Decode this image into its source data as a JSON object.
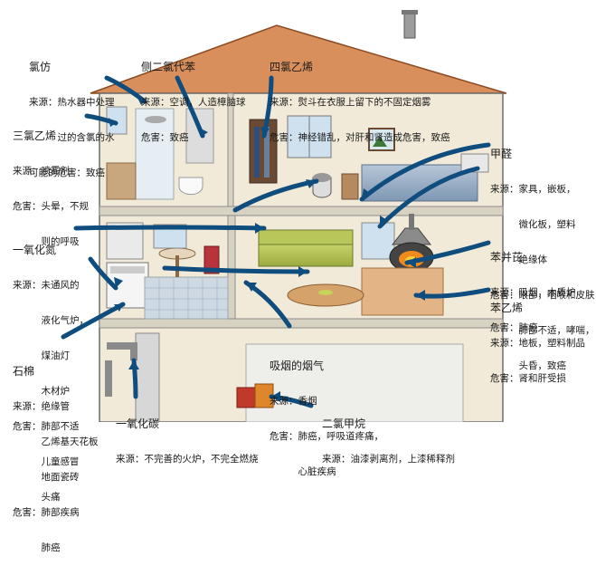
{
  "labels": {
    "chloroform": {
      "title": "氯仿",
      "lines": [
        "来源：热水器中处理",
        "　　　过的含氯的水",
        "可能的危害：致癌"
      ]
    },
    "dichlorobenzene": {
      "title": "侧二氯代苯",
      "lines": [
        "来源：空调，人造樟脑球",
        "危害：致癌"
      ]
    },
    "tetrachloroethylene": {
      "title": "四氯乙烯",
      "lines": [
        "来源：熨斗在衣服上留下的不固定烟雾",
        "危害：神经错乱，对肝和肾造成危害，致癌"
      ]
    },
    "trichloroethylene": {
      "title": "三氯乙烯",
      "lines": [
        "来源：喷雾剂",
        "危害：头晕，不规",
        "　　　则的呼吸"
      ]
    },
    "formaldehyde": {
      "title": "甲醛",
      "lines": [
        "来源：家具，嵌板，",
        "　　　微化板，塑料",
        "　　　绝缘体",
        "危害：眼部，咽喉和皮肤",
        "　　　肺部不适，哮喘，",
        "　　　头昏，致癌"
      ]
    },
    "nitrogen_oxides": {
      "title": "一氧化氮",
      "lines": [
        "来源：未通风的",
        "　　　液化气炉，",
        "　　　煤油灯",
        "　　　木材炉",
        "危害：肺部不适",
        "　　　儿童感冒",
        "　　　头痛"
      ]
    },
    "benzopyrene": {
      "title": "苯并芘",
      "lines": [
        "来源：吸烟，木质炉",
        "危害：肺癌"
      ]
    },
    "styrene": {
      "title": "苯乙烯",
      "lines": [
        "来源：地板，塑料制品",
        "危害：肾和肝受损"
      ]
    },
    "asbestos": {
      "title": "石棉",
      "lines": [
        "来源：绝缘管",
        "　　　乙烯基天花板",
        "　　　地面瓷砖",
        "危害：肺部疾病",
        "　　　肺癌"
      ]
    },
    "tobacco_smoke": {
      "title": "吸烟的烟气",
      "lines": [
        "来源：香烟",
        "危害：肺癌，呼吸道疼痛，",
        "　　　心脏疾病"
      ]
    },
    "carbon_monoxide": {
      "title": "一氧化碳",
      "lines": [
        "来源：不完善的火炉，不完全燃烧"
      ]
    },
    "methylene_chloride": {
      "title": "二氯甲烷",
      "lines": [
        "来源：油漆剥离剂，上漆稀释剂"
      ]
    }
  },
  "colors": {
    "arrow": "#0f4d7e",
    "roof": "#d98f5c",
    "sky": "#ffffff",
    "wall": "#f2ead9"
  }
}
